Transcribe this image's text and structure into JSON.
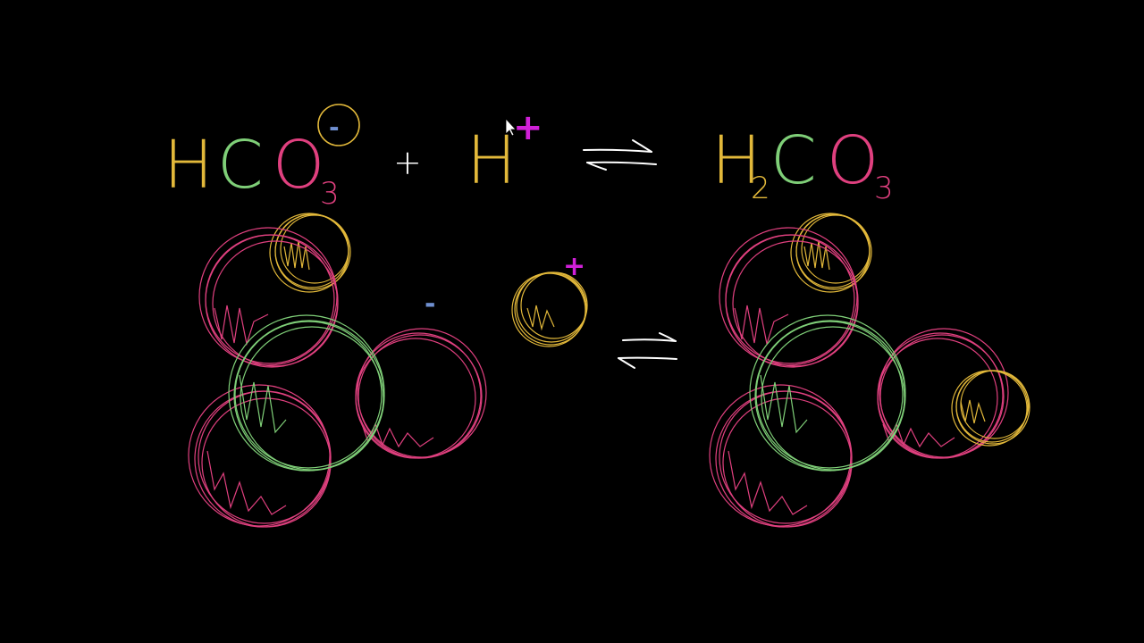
{
  "colors": {
    "background": "#000000",
    "hydrogen": "#e2b83a",
    "carbon": "#7fcf78",
    "oxygen": "#e0407f",
    "negative_charge": "#6f8fd0",
    "positive_charge": "#d020d8",
    "arrows": "#ffffff"
  },
  "equation": {
    "reactant1": {
      "h": "H",
      "c": "C",
      "o": "O",
      "o_subscript": "3",
      "charge": "-"
    },
    "plus": "+",
    "reactant2": {
      "h": "H",
      "charge": "+"
    },
    "product": {
      "h": "H",
      "h_subscript": "2",
      "c": "C",
      "o": "O",
      "o_subscript": "3"
    }
  },
  "models": {
    "bicarbonate_charge": "-",
    "proton_charge": "+"
  },
  "icons": {
    "cursor": "cursor-arrow-icon",
    "equilibrium_arrows": "equilibrium-arrows-icon"
  }
}
